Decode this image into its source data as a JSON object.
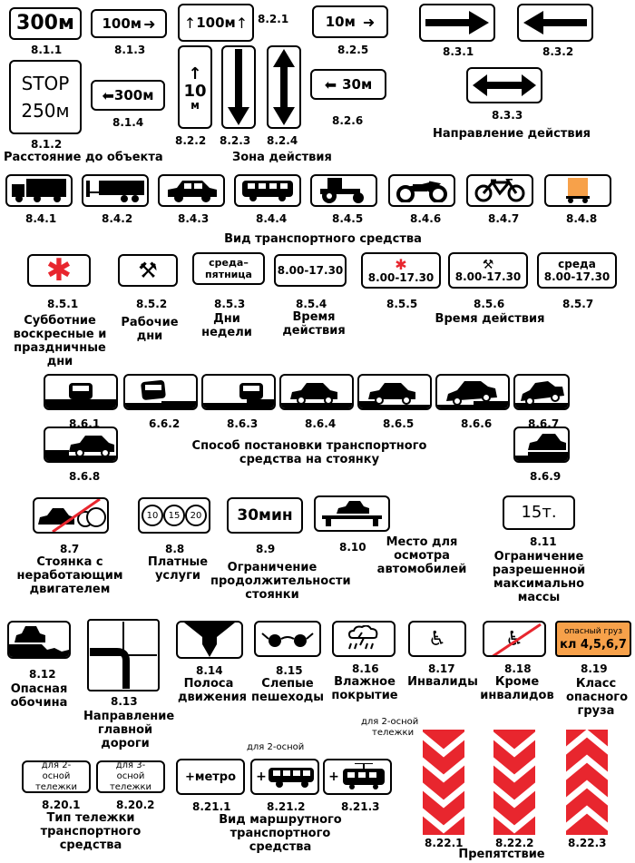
{
  "colors": {
    "red": "#e8262e",
    "orange": "#f7a14a",
    "black": "#000000",
    "white": "#ffffff"
  },
  "signs": {
    "s811": "300м",
    "s813": "100м",
    "s821": "100м",
    "s825": "10м",
    "s814": "300м",
    "s826": "30м",
    "s812_l1": "STOP",
    "s812_l2": "250м",
    "s822": "10",
    "s822_unit": "м",
    "s853": "среда–пятница",
    "s854": "8.00-17.30",
    "s855": "8.00-17.30",
    "s856": "8.00-17.30",
    "s857_l1": "среда",
    "s857_l2": "8.00-17.30",
    "s88_a": "10",
    "s88_b": "15",
    "s88_c": "20",
    "s89": "30мин",
    "s811b": "15т.",
    "s819_l1": "опасный груз",
    "s819_l2": "кл 4,5,6,7",
    "s8201": "для 2-осной тележки",
    "s8202": "для 3-осной тележки",
    "s8211": "+метро"
  },
  "codes": {
    "c811": "8.1.1",
    "c813": "8.1.3",
    "c821": "8.2.1",
    "c825": "8.2.5",
    "c831": "8.3.1",
    "c832": "8.3.2",
    "c814": "8.1.4",
    "c812": "8.1.2",
    "c822": "8.2.2",
    "c823": "8.2.3",
    "c824": "8.2.4",
    "c826": "8.2.6",
    "c833": "8.3.3",
    "c841": "8.4.1",
    "c842": "8.4.2",
    "c843": "8.4.3",
    "c844": "8.4.4",
    "c845": "8.4.5",
    "c846": "8.4.6",
    "c847": "8.4.7",
    "c848": "8.4.8",
    "c851": "8.5.1",
    "c852": "8.5.2",
    "c853": "8.5.3",
    "c854": "8.5.4",
    "c855": "8.5.5",
    "c856": "8.5.6",
    "c857": "8.5.7",
    "c861": "8.6.1",
    "c862": "6.6.2",
    "c863": "8.6.3",
    "c864": "8.6.4",
    "c865": "8.6.5",
    "c866": "8.6.6",
    "c867": "8.6.7",
    "c868": "8.6.8",
    "c869": "8.6.9",
    "c87": "8.7",
    "c88": "8.8",
    "c89": "8.9",
    "c810": "8.10",
    "c811b": "8.11",
    "c812b": "8.12",
    "c813b": "8.13",
    "c814b": "8.14",
    "c815": "8.15",
    "c816": "8.16",
    "c817": "8.17",
    "c818": "8.18",
    "c819": "8.19",
    "c8201": "8.20.1",
    "c8202": "8.20.2",
    "c8211": "8.21.1",
    "c8212": "8.21.2",
    "c8213": "8.21.3",
    "c8221": "8.22.1",
    "c8222": "8.22.2",
    "c8223": "8.22.3"
  },
  "captions": {
    "dist": "Расстояние до объекта",
    "zone": "Зона действия",
    "dir": "Направление действия",
    "vehicle": "Вид транспортного средства",
    "sat": "Субботние воскресные и праздничные дни",
    "work": "Рабочие дни",
    "days": "Дни недели",
    "time": "Время действия",
    "time2": "Время  действия",
    "park": "Способ постановки транспортного средства   на стоянку",
    "c87": "Стоянка с неработающим двигателем",
    "c88": "Платные услуги",
    "c89": "Ограничение продолжительности стоянки",
    "c810": "Место для осмотра автомобилей",
    "c811": "Ограничение разрешенной максимально массы",
    "c812": "Опасная обочина",
    "c813": "Направление главной дороги",
    "c814": "Полоса движения",
    "c815": "Слепые пешеходы",
    "c816": "Влажное покрытие",
    "c817": "Инвалиды",
    "c818": "Кроме инвалидов",
    "c819": "Класс опасного груза",
    "c820": "Тип тележки транспортного средства",
    "c821": "Вид маршрутного транспортного средства",
    "c822": "Препятствие"
  },
  "notes": {
    "n1": "для 2-осной",
    "n2": "для 2-осной",
    "n3": "тележки"
  }
}
